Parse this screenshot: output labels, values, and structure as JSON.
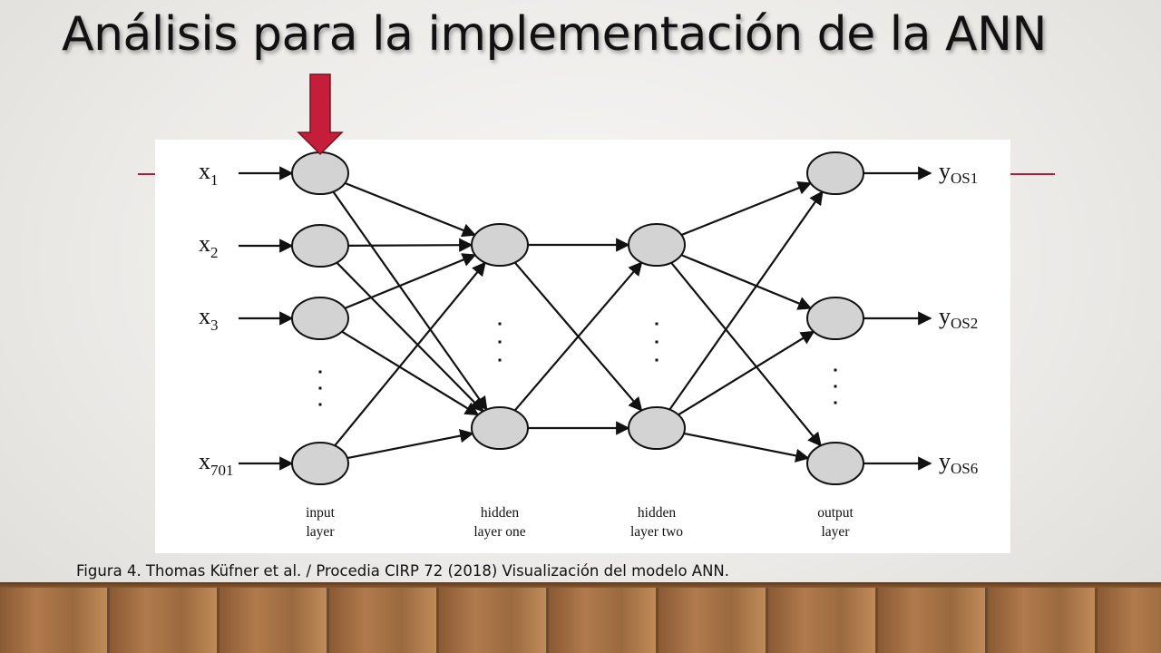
{
  "slide": {
    "title": "Análisis para la implementación de la ANN",
    "caption": "Figura 4. Thomas Küfner et al. / Procedia CIRP 72 (2018) Visualización del  modelo ANN."
  },
  "colors": {
    "accent": "#b01c3a",
    "arrow": "#c41e3a",
    "node_fill": "#d3d3d3",
    "node_stroke": "#111111"
  },
  "diagram": {
    "inputs": [
      {
        "base": "x",
        "sub": "1"
      },
      {
        "base": "x",
        "sub": "2"
      },
      {
        "base": "x",
        "sub": "3"
      },
      {
        "base": "x",
        "sub": "701"
      }
    ],
    "outputs": [
      {
        "base": "y",
        "sub": "OS1"
      },
      {
        "base": "y",
        "sub": "OS2"
      },
      {
        "base": "y",
        "sub": "OS6"
      }
    ],
    "layer_labels": [
      {
        "line1": "input",
        "line2": "layer"
      },
      {
        "line1": "hidden",
        "line2": "layer one"
      },
      {
        "line1": "hidden",
        "line2": "layer two"
      },
      {
        "line1": "output",
        "line2": "layer"
      }
    ]
  }
}
